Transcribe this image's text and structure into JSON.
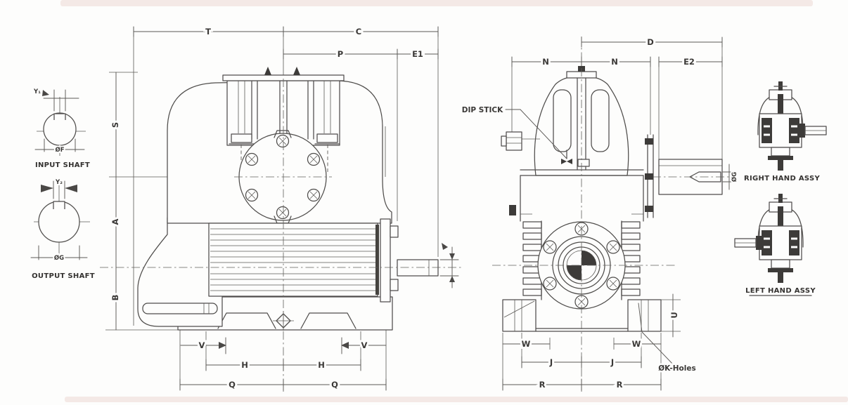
{
  "drawing": {
    "details": {
      "input_shaft_title": "INPUT SHAFT",
      "output_shaft_title": "OUTPUT SHAFT",
      "input_key_dim": "Y₁",
      "output_key_dim": "Y₂",
      "input_dia_dim": "ØF",
      "output_dia_dim": "ØG"
    },
    "front_view": {
      "dim_T": "T",
      "dim_C": "C",
      "dim_P": "P",
      "dim_E1": "E1",
      "dim_S": "S",
      "dim_A": "A",
      "dim_B": "B",
      "dim_V": "V",
      "dim_H": "H",
      "dim_Q": "Q"
    },
    "side_view": {
      "dim_D": "D",
      "dim_N": "N",
      "dim_E2": "E2",
      "dim_U": "U",
      "dim_W": "W",
      "dim_J": "J",
      "dim_R": "R",
      "dim_shaft_dia": "ØG",
      "dip_stick_label": "DIP STICK",
      "k_holes_label": "ØK-Holes"
    },
    "assemblies": {
      "right_label": "RIGHT HAND ASSY",
      "left_label": "LEFT HAND ASSY"
    },
    "colors": {
      "line": "#4f4d4b",
      "text": "#3b3937",
      "border_bar": "#f4e9e6"
    }
  }
}
